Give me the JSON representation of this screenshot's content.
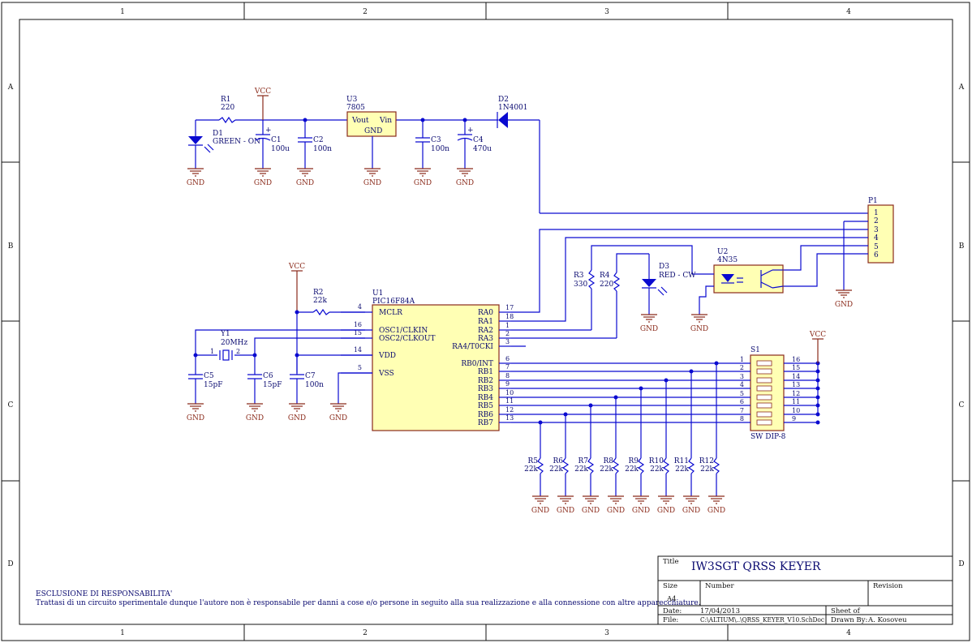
{
  "border": {
    "columns": [
      "1",
      "2",
      "3",
      "4"
    ],
    "rows": [
      "A",
      "B",
      "C",
      "D"
    ]
  },
  "power": {
    "vcc": "VCC",
    "gnd": "GND"
  },
  "components": {
    "R1": {
      "ref": "R1",
      "value": "220"
    },
    "D1": {
      "ref": "D1",
      "value": "GREEN - ON"
    },
    "C1": {
      "ref": "C1",
      "value": "100u"
    },
    "C2": {
      "ref": "C2",
      "value": "100n"
    },
    "U3": {
      "ref": "U3",
      "value": "7805",
      "pins": {
        "vout": "Vout",
        "vin": "Vin",
        "gnd": "GND"
      }
    },
    "C3": {
      "ref": "C3",
      "value": "100n"
    },
    "C4": {
      "ref": "C4",
      "value": "470u"
    },
    "D2": {
      "ref": "D2",
      "value": "1N4001"
    },
    "P1": {
      "ref": "P1",
      "pins": [
        "1",
        "2",
        "3",
        "4",
        "5",
        "6"
      ]
    },
    "U2": {
      "ref": "U2",
      "value": "4N35"
    },
    "R3": {
      "ref": "R3",
      "value": "330"
    },
    "R4": {
      "ref": "R4",
      "value": "220"
    },
    "D3": {
      "ref": "D3",
      "value": "RED - CW"
    },
    "R2": {
      "ref": "R2",
      "value": "22k"
    },
    "U1": {
      "ref": "U1",
      "value": "PIC16F84A",
      "left_pins": [
        {
          "name": "MCLR",
          "num": "4"
        },
        {
          "name": "OSC1/CLKIN",
          "num": "16"
        },
        {
          "name": "OSC2/CLKOUT",
          "num": "15"
        },
        {
          "name": "VDD",
          "num": "14"
        },
        {
          "name": "VSS",
          "num": "5"
        }
      ],
      "right_pins": [
        {
          "name": "RA0",
          "num": "17"
        },
        {
          "name": "RA1",
          "num": "18"
        },
        {
          "name": "RA2",
          "num": "1"
        },
        {
          "name": "RA3",
          "num": "2"
        },
        {
          "name": "RA4/T0CKI",
          "num": "3"
        },
        {
          "name": "RB0/INT",
          "num": "6"
        },
        {
          "name": "RB1",
          "num": "7"
        },
        {
          "name": "RB2",
          "num": "8"
        },
        {
          "name": "RB3",
          "num": "9"
        },
        {
          "name": "RB4",
          "num": "10"
        },
        {
          "name": "RB5",
          "num": "11"
        },
        {
          "name": "RB6",
          "num": "12"
        },
        {
          "name": "RB7",
          "num": "13"
        }
      ]
    },
    "Y1": {
      "ref": "Y1",
      "value": "20MHz",
      "pin1": "1",
      "pin2": "2"
    },
    "C5": {
      "ref": "C5",
      "value": "15pF"
    },
    "C6": {
      "ref": "C6",
      "value": "15pF"
    },
    "C7": {
      "ref": "C7",
      "value": "100n"
    },
    "S1": {
      "ref": "S1",
      "value": "SW DIP-8",
      "left_pins": [
        "1",
        "2",
        "3",
        "4",
        "5",
        "6",
        "7",
        "8"
      ],
      "right_pins": [
        "16",
        "15",
        "14",
        "13",
        "12",
        "11",
        "10",
        "9"
      ]
    },
    "pulldowns": [
      {
        "ref": "R5",
        "value": "22k"
      },
      {
        "ref": "R6",
        "value": "22k"
      },
      {
        "ref": "R7",
        "value": "22k"
      },
      {
        "ref": "R8",
        "value": "22k"
      },
      {
        "ref": "R9",
        "value": "22k"
      },
      {
        "ref": "R10",
        "value": "22k"
      },
      {
        "ref": "R11",
        "value": "22k"
      },
      {
        "ref": "R12",
        "value": "22k"
      }
    ]
  },
  "disclaimer": {
    "heading": "ESCLUSIONE DI RESPONSABILITA'",
    "text": "Trattasi di un circuito sperimentale dunque l'autore non è responsabile per danni a cose e/o persone in seguito alla sua realizzazione e alla connessione con altre apparecchiature."
  },
  "title_block": {
    "title_label": "Title",
    "title": "IW3SGT QRSS KEYER",
    "size_label": "Size",
    "size": "A4",
    "number_label": "Number",
    "revision_label": "Revision",
    "date_label": "Date:",
    "date": "17/04/2013",
    "file_label": "File:",
    "file": "C:\\ALTIUM\\..\\QRSS_KEYER_V10.SchDoc",
    "sheet_label": "Sheet    of",
    "drawn_label": "Drawn By:",
    "drawn_by": "A. Kosoveu"
  }
}
